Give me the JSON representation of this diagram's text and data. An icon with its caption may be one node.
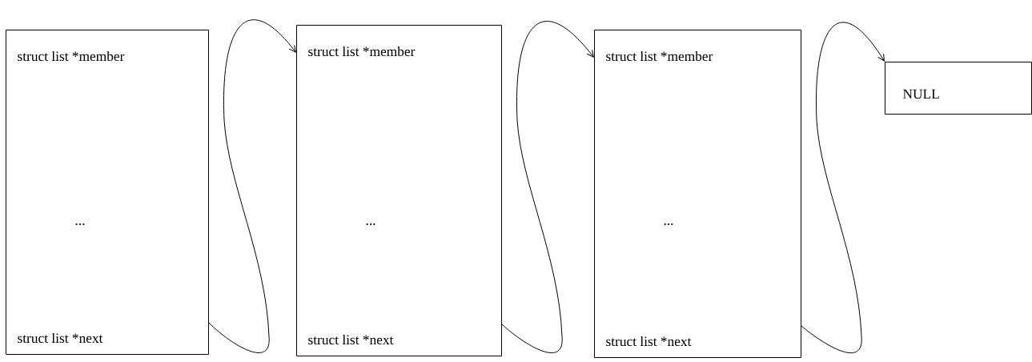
{
  "diagram": {
    "nodes": [
      {
        "text": [
          "struct list *member",
          "...",
          "struct list *next"
        ]
      },
      {
        "text": [
          "struct list *member",
          "...",
          "struct list *next"
        ]
      },
      {
        "text": [
          "struct list *member",
          "...",
          "struct list *next"
        ]
      },
      {
        "text": [
          "NULL"
        ]
      }
    ],
    "edges": [
      {
        "from": 0,
        "to": 1,
        "arrow": "to"
      },
      {
        "from": 1,
        "to": 2,
        "arrow": "to"
      },
      {
        "from": 2,
        "to": 3,
        "arrow": "to"
      }
    ]
  }
}
